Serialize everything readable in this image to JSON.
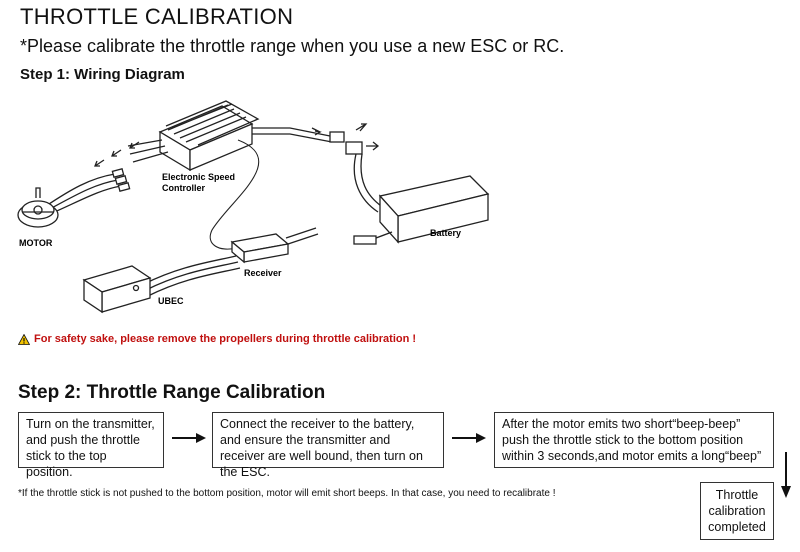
{
  "title": "THROTTLE CALIBRATION",
  "subtitle": "*Please calibrate the throttle range when you use a new ESC or RC.",
  "step1": {
    "heading": "Step 1: Wiring Diagram",
    "labels": {
      "esc_line1": "Electronic Speed",
      "esc_line2": "Controller",
      "motor": "MOTOR",
      "battery": "Battery",
      "receiver": "Receiver",
      "ubec": "UBEC"
    },
    "warning": "For safety sake, please remove the propellers during throttle calibration !"
  },
  "step2": {
    "heading": "Step 2: Throttle Range Calibration",
    "boxes": [
      {
        "text": "Turn on the transmitter, and push the throttle stick to the top position."
      },
      {
        "text": "Connect the receiver to the battery, and ensure the transmitter and receiver are well bound, then turn on the ESC."
      },
      {
        "text": "After the motor emits two short“beep-beep” push the throttle stick to the bottom position within 3 seconds,and motor emits a long“beep”"
      },
      {
        "text": "Throttle calibration completed"
      }
    ],
    "note": "*If the throttle stick is not pushed to the bottom position, motor will emit short beeps. In that case, you need to recalibrate !"
  },
  "colors": {
    "warning": "#c0100f",
    "border": "#333333"
  }
}
